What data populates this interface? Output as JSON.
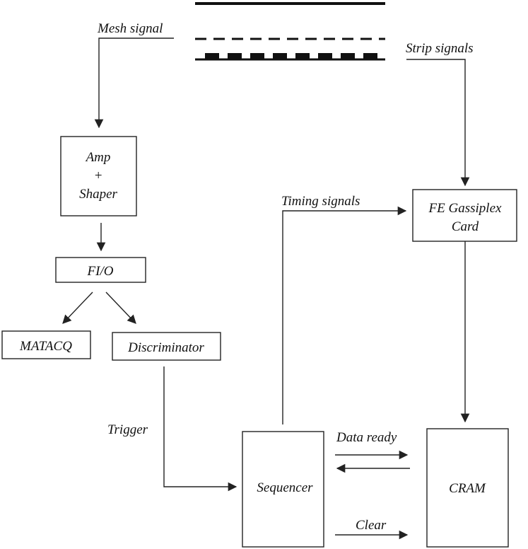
{
  "labels": {
    "mesh_signal": "Mesh signal",
    "strip_signals": "Strip signals",
    "timing_signals": "Timing signals",
    "trigger": "Trigger",
    "data_ready": "Data ready",
    "clear": "Clear"
  },
  "boxes": {
    "amp_line1": "Amp",
    "amp_line2": "+",
    "amp_line3": "Shaper",
    "fio": "FI/O",
    "matacq": "MATACQ",
    "discriminator": "Discriminator",
    "fe_line1": "FE Gassiplex",
    "fe_line2": "Card",
    "sequencer": "Sequencer",
    "cram": "CRAM"
  },
  "colors": {
    "line": "#222222",
    "background": "#ffffff"
  }
}
